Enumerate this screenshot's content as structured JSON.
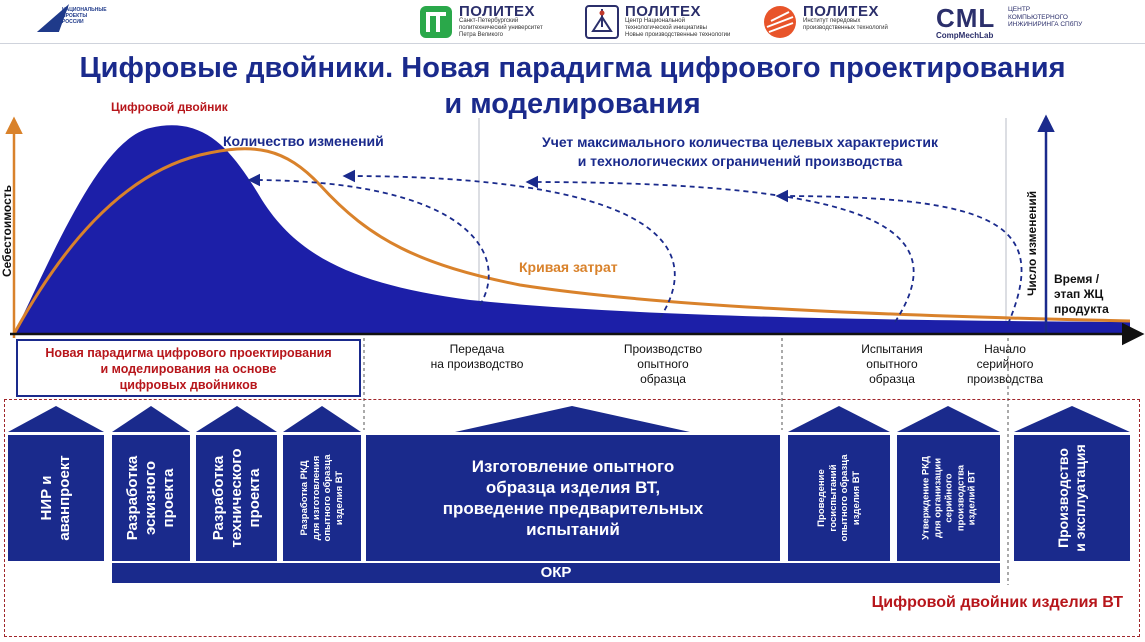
{
  "header": {
    "np_logo_text": "НАЦИОНАЛЬНЫЕ\nПРОЕКТЫ\nРОССИИ",
    "logos": [
      {
        "name": "ПОЛИТЕХ",
        "sub": "Санкт-Петербургский\nполитехнический университет\nПетра Великого"
      },
      {
        "name": "ПОЛИТЕХ",
        "sub": "Центр Национальной\nтехнологической инициативы\nНовые производственные технологии"
      },
      {
        "name": "ПОЛИТЕХ",
        "sub": "Институт передовых\nпроизводственных технологий"
      }
    ],
    "cml": {
      "name": "CML",
      "sub": "CompMechLab",
      "side": "ЦЕНТР\nКОМПЬЮТЕРНОГО\nИНЖИНИРИНГА СПбПУ"
    }
  },
  "title": {
    "line1": "Цифровые двойники. Новая парадигма цифрового проектирования",
    "line2": "и моделирования"
  },
  "chart_labels": {
    "digital_twin": "Цифровой двойник",
    "changes_count": "Количество  изменений",
    "target_line1": "Учет максимального количества целевых характеристик",
    "target_line2": "и  технологических ограничений производства",
    "cost_curve": "Кривая затрат",
    "y_left": "Себестоимость",
    "y_right": "Число изменений",
    "x_time": "Время /\nэтап ЖЦ\nпродукта"
  },
  "stages": [
    {
      "text": "Передача\nна производство"
    },
    {
      "text": "Производство\nопытного\nобразца"
    },
    {
      "text": "Испытания\nопытного\nобразца"
    },
    {
      "text": "Начало\nсерийного\nпроизводства"
    }
  ],
  "paradigm_box": "Новая парадигма цифрового проектирования\nи моделирования на основе\nцифровых двойников",
  "blocks": [
    {
      "text": "НИР и\nаванпроект"
    },
    {
      "text": "Разработка\nэскизного\nпроекта"
    },
    {
      "text": "Разработка\nтехнического\nпроекта"
    },
    {
      "text": "Разработка РКД\nдля изготовления\nопытного образца\nизделия ВТ"
    },
    {
      "text": "Изготовление опытного\nобразца изделия ВТ,\nпроведение предварительных\nиспытаний"
    },
    {
      "text": "Проведение\nгосиспытаний\nопытного образца\nизделия ВТ"
    },
    {
      "text": "Утверждение РКД\nдля организации\nсерийного\nпроизводства\nизделий ВТ"
    },
    {
      "text": "Производство\nи эксплуатация"
    }
  ],
  "okr": "ОКР",
  "twin_product": "Цифровой двойник изделия ВТ",
  "colors": {
    "navy": "#1a2a8c",
    "red": "#b7161b",
    "orange": "#d9822b"
  }
}
